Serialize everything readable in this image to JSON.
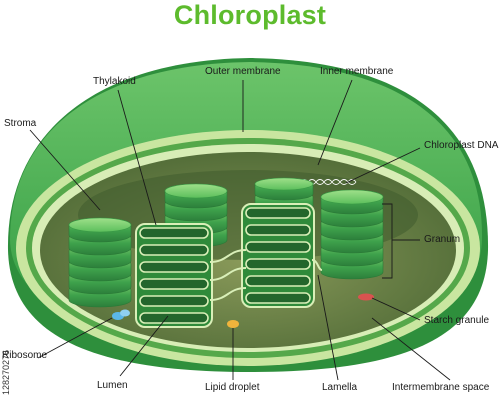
{
  "title": "Chloroplast",
  "labels": {
    "outer_membrane": "Outer membrane",
    "inner_membrane": "Inner membrane",
    "thylakoid": "Thylakoid",
    "stroma": "Stroma",
    "chloroplast_dna": "Chloroplast DNA",
    "granum": "Granum",
    "starch_granule": "Starch granule",
    "ribosome": "Ribosome",
    "lumen": "Lumen",
    "lipid_droplet": "Lipid droplet",
    "lamella": "Lamella",
    "intermembrane_space": "Intermembrane space"
  },
  "stock_id": "128270276",
  "colors": {
    "title": "#5dbb2d",
    "outer_green": "#3fae3f",
    "membrane_light": "#cfe8a6",
    "stroma_dark": "#4a6b38",
    "thylakoid": "#3d9e4a",
    "starch": "#d9534f",
    "ribosome": "#5bb7e8",
    "lipid": "#f0b43c"
  }
}
